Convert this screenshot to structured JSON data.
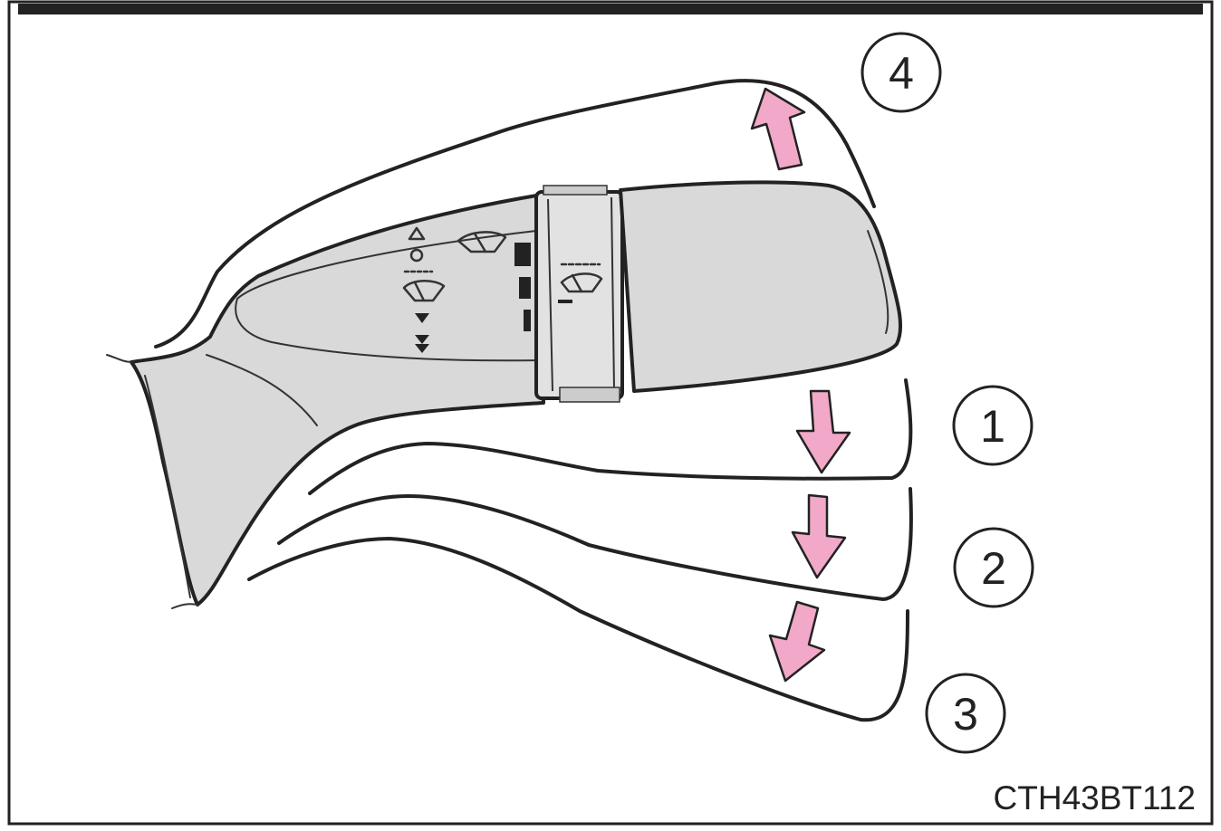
{
  "figure_code": "CTH43BT112",
  "position_labels": [
    "4",
    "1",
    "2",
    "3"
  ],
  "colors": {
    "arrow_fill": "#f2a8c8",
    "lever_fill": "#d9d9d9",
    "outline": "#222222"
  },
  "icons": [
    "mist-triangle-icon",
    "off-circle-icon",
    "intermittent-wiper-icon",
    "wiper-icon",
    "low-speed-arrow-icon",
    "high-speed-double-arrow-icon",
    "front-washer-icon"
  ]
}
